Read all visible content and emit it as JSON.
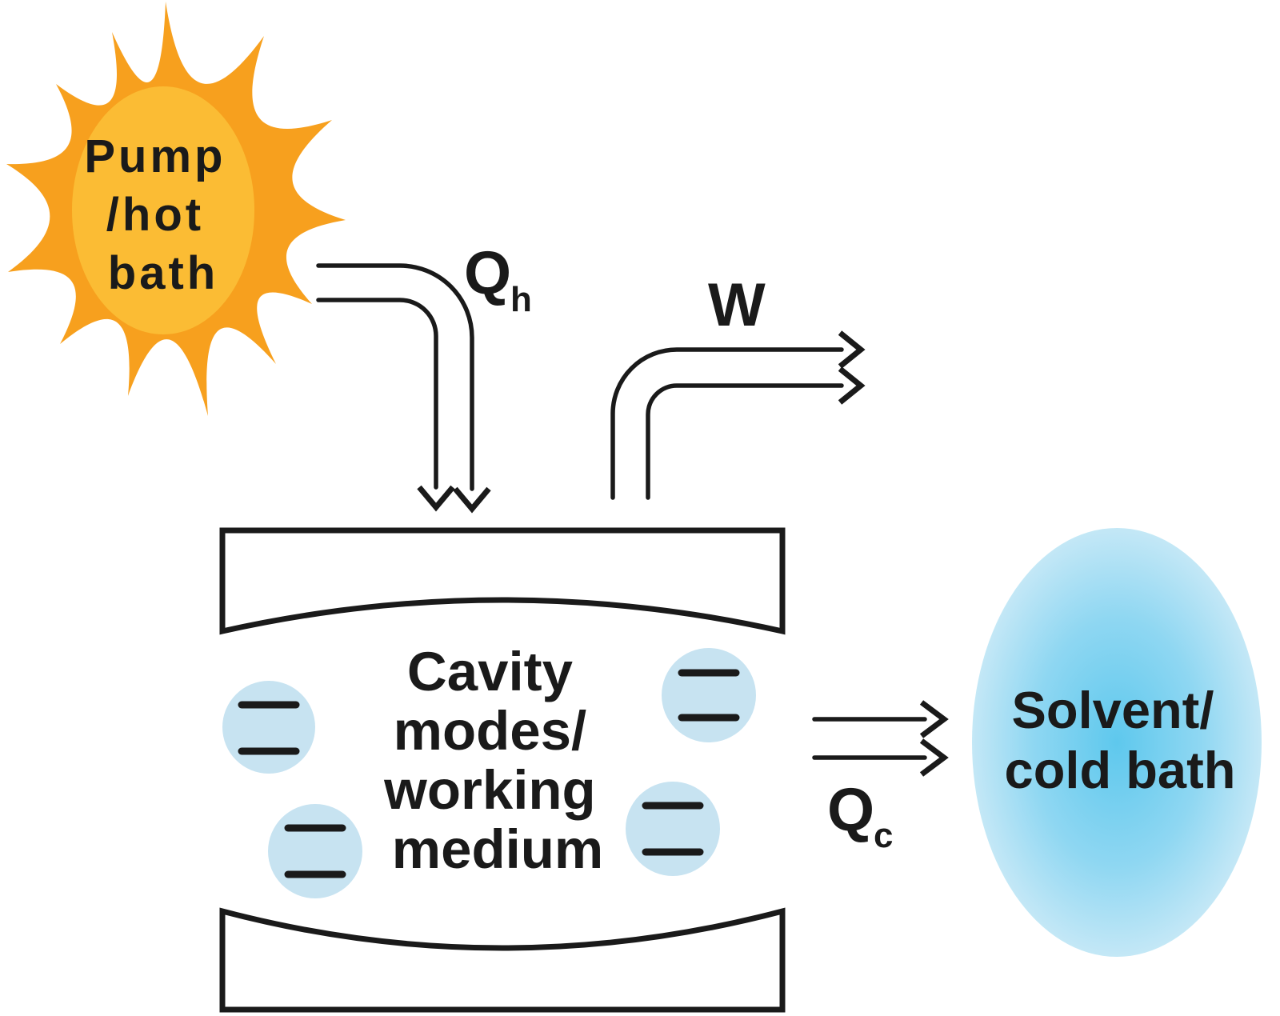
{
  "palette": {
    "orange_outer": "#F7A01E",
    "orange_inner": "#FBBC34",
    "ink": "#1A1A1A",
    "atom_blue": "#C7E3F1",
    "bath_center": "#5EC8ED",
    "bath_mid": "#8FD7F2",
    "bath_rim": "#C2E7F6",
    "bath_edge": "#D8F1FA"
  },
  "sun": {
    "line1": "Pump",
    "line2": "/hot",
    "line3": "bath"
  },
  "arrows": {
    "qh": {
      "symbol": "Q",
      "subscript": "h"
    },
    "w": {
      "symbol": "W"
    },
    "qc": {
      "symbol": "Q",
      "subscript": "c"
    }
  },
  "cavity": {
    "line1": "Cavity",
    "line2": "modes/",
    "line3": "working",
    "line4": "medium"
  },
  "cold_bath": {
    "line1": "Solvent/",
    "line2": "cold bath"
  }
}
